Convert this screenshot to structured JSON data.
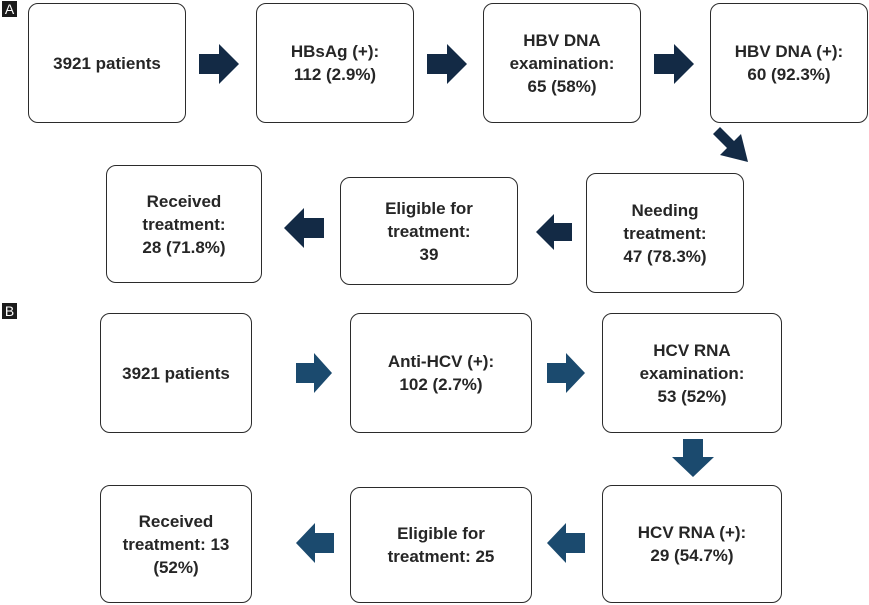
{
  "panels": {
    "a": {
      "label": "A",
      "boxes": {
        "b1": "3921 patients",
        "b2": "HBsAg (+):\n112 (2.9%)",
        "b3": "HBV DNA\nexamination:\n65 (58%)",
        "b4": "HBV DNA (+):\n60 (92.3%)",
        "b5": "Needing\ntreatment:\n47 (78.3%)",
        "b6": "Eligible for\ntreatment:\n39",
        "b7": "Received\ntreatment:\n28 (71.8%)"
      },
      "arrow_color": "#132a45"
    },
    "b": {
      "label": "B",
      "boxes": {
        "b1": "3921 patients",
        "b2": "Anti-HCV (+):\n102 (2.7%)",
        "b3": "HCV RNA\nexamination:\n53 (52%)",
        "b4": "HCV RNA (+):\n29 (54.7%)",
        "b5": "Eligible for\ntreatment: 25",
        "b6": "Received\ntreatment: 13\n(52%)"
      },
      "arrow_color": "#1b4a6e"
    }
  }
}
